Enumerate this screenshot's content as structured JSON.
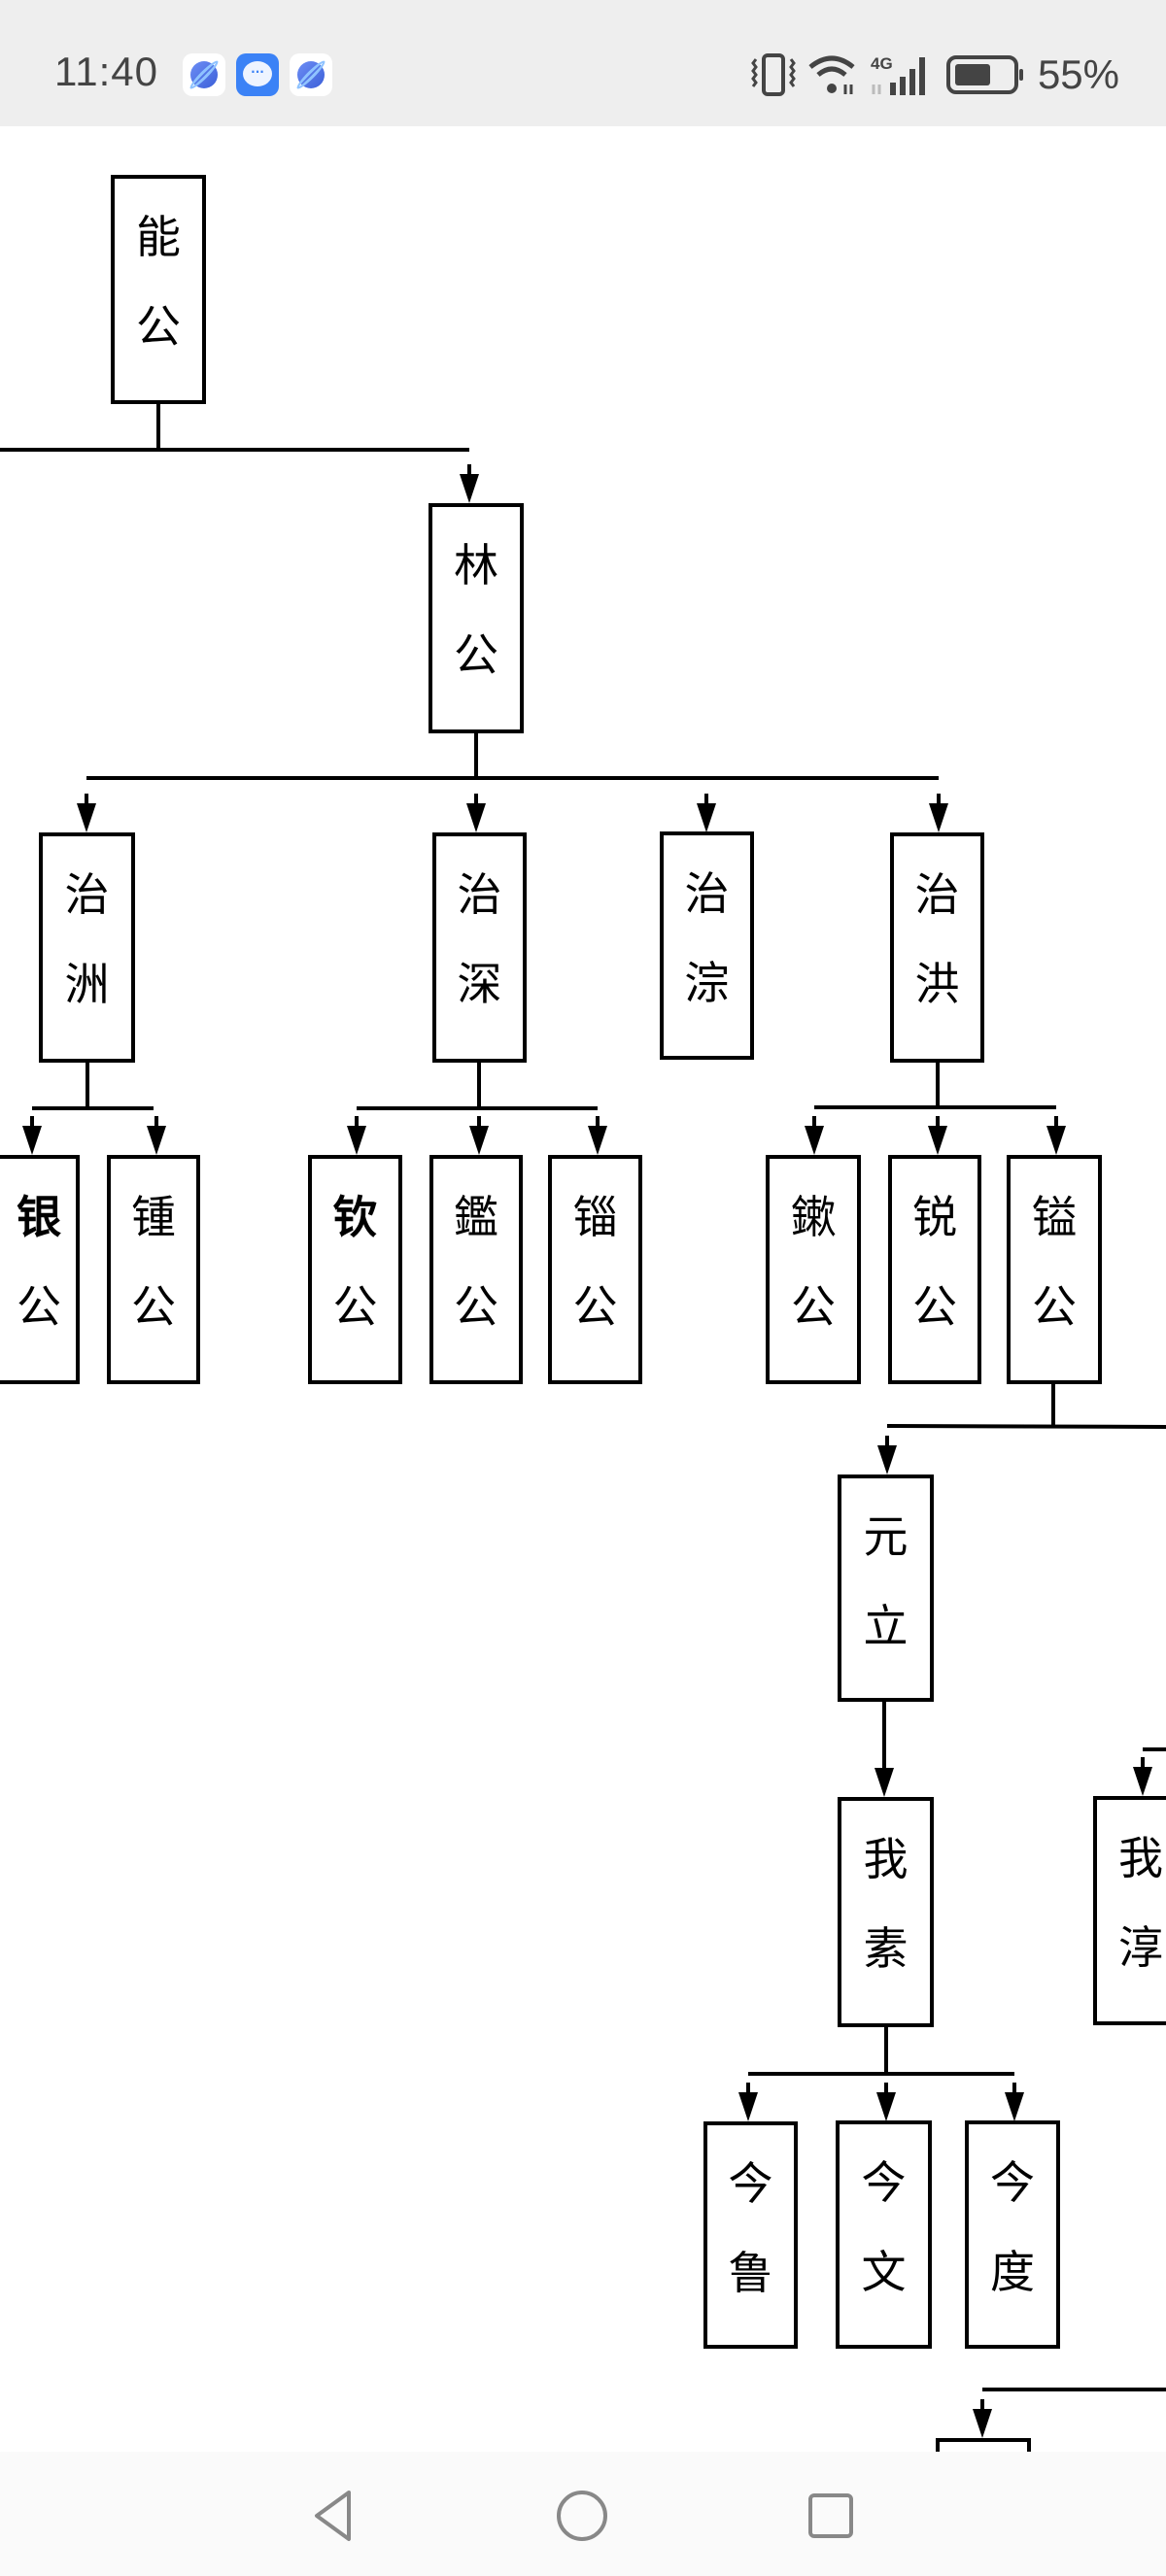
{
  "status_bar": {
    "time": "11:40",
    "notification_icons": [
      "browser-icon",
      "messages-icon",
      "browser-icon"
    ],
    "system_icons": [
      "vibrate-icon",
      "wifi-icon",
      "cellular-4g-signal-icon",
      "battery-icon"
    ],
    "network_type": "4G",
    "battery_level_percent": 55,
    "battery_text": "55%"
  },
  "diagram": {
    "type": "family-tree",
    "colors": {
      "line": "#000000",
      "box_fill": "#ffffff",
      "text": "#000000"
    },
    "nodes": [
      {
        "id": "n_neng",
        "label": [
          "能",
          "公"
        ],
        "parent": null
      },
      {
        "id": "n_lin",
        "label": [
          "林",
          "公"
        ],
        "parent": "n_neng"
      },
      {
        "id": "n_zhizhou",
        "label": [
          "治",
          "洲"
        ],
        "parent": "n_lin"
      },
      {
        "id": "n_zhishen",
        "label": [
          "治",
          "深"
        ],
        "parent": "n_lin"
      },
      {
        "id": "n_zhicong",
        "label": [
          "治",
          "淙"
        ],
        "parent": "n_lin"
      },
      {
        "id": "n_zhihong",
        "label": [
          "治",
          "洪"
        ],
        "parent": "n_lin"
      },
      {
        "id": "n_yin",
        "label": [
          "银",
          "公"
        ],
        "parent": "n_zhizhou",
        "bold": true
      },
      {
        "id": "n_zhong",
        "label": [
          "锺",
          "公"
        ],
        "parent": "n_zhizhou"
      },
      {
        "id": "n_qin",
        "label": [
          "钦",
          "公"
        ],
        "parent": "n_zhishen",
        "bold": true
      },
      {
        "id": "n_jian",
        "label": [
          "鑑",
          "公"
        ],
        "parent": "n_zhishen"
      },
      {
        "id": "n_zi",
        "label": [
          "锱",
          "公"
        ],
        "parent": "n_zhishen"
      },
      {
        "id": "n_jiao",
        "label": [
          "鏉",
          "公"
        ],
        "parent": "n_zhihong"
      },
      {
        "id": "n_rui",
        "label": [
          "锐",
          "公"
        ],
        "parent": "n_zhihong"
      },
      {
        "id": "n_yi",
        "label": [
          "镒",
          "公"
        ],
        "parent": "n_zhihong"
      },
      {
        "id": "n_yuanli",
        "label": [
          "元",
          "立"
        ],
        "parent": "n_yi"
      },
      {
        "id": "n_wosu",
        "label": [
          "我",
          "素"
        ],
        "parent": "n_yuanli"
      },
      {
        "id": "n_wochun",
        "label": [
          "我",
          "淳"
        ],
        "parent": "n_yi"
      },
      {
        "id": "n_jinlu",
        "label": [
          "今",
          "鲁"
        ],
        "parent": "n_wosu"
      },
      {
        "id": "n_jinwen",
        "label": [
          "今",
          "文"
        ],
        "parent": "n_wosu"
      },
      {
        "id": "n_jindu",
        "label": [
          "今",
          "度"
        ],
        "parent": "n_wosu"
      },
      {
        "id": "n_partial",
        "label": [
          "",
          ""
        ],
        "parent": null
      }
    ]
  },
  "nav_bar": {
    "buttons": [
      {
        "name": "back",
        "icon": "back-triangle-icon"
      },
      {
        "name": "home",
        "icon": "home-circle-icon"
      },
      {
        "name": "recents",
        "icon": "recents-square-icon"
      }
    ]
  }
}
